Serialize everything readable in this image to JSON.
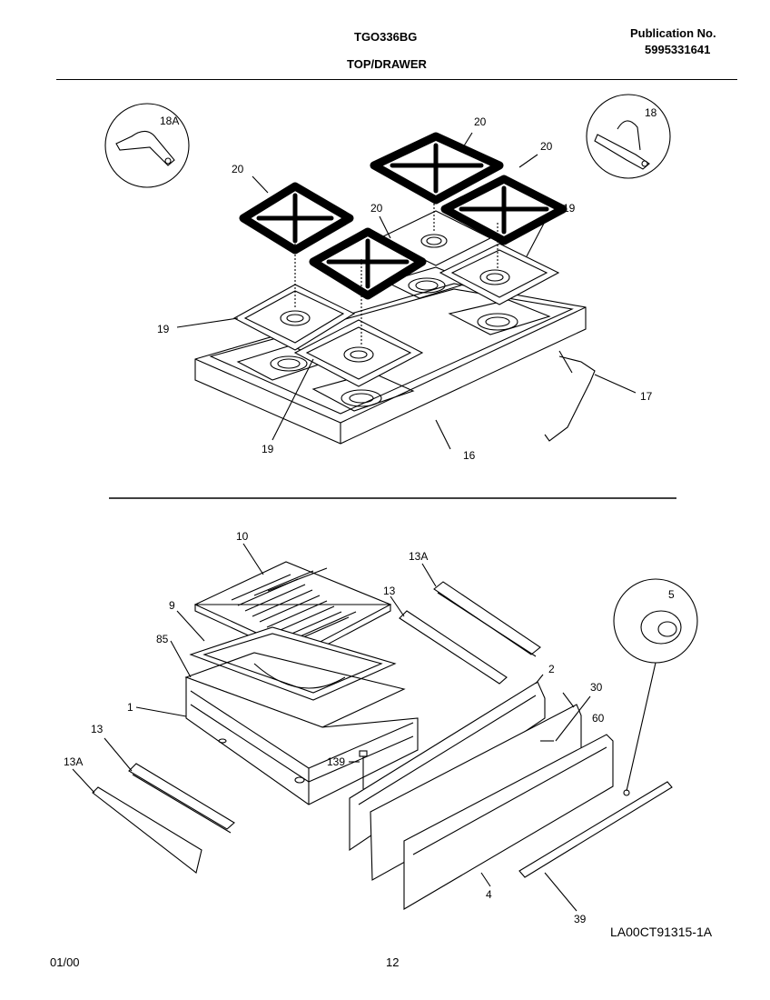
{
  "header": {
    "model": "TGO336BG",
    "section": "TOP/DRAWER",
    "publication_label": "Publication No.",
    "publication_number": "5995331641"
  },
  "footer": {
    "date": "01/00",
    "page": "12",
    "drawing_code": "LA00CT91315-1A"
  },
  "top_diagram": {
    "callouts": [
      "18A",
      "18",
      "20",
      "20",
      "20",
      "20",
      "19",
      "19",
      "19",
      "17",
      "16"
    ]
  },
  "bottom_diagram": {
    "callouts": [
      "10",
      "13A",
      "13",
      "9",
      "85",
      "1",
      "5",
      "2",
      "30",
      "60",
      "13",
      "139",
      "13A",
      "4",
      "39"
    ]
  }
}
